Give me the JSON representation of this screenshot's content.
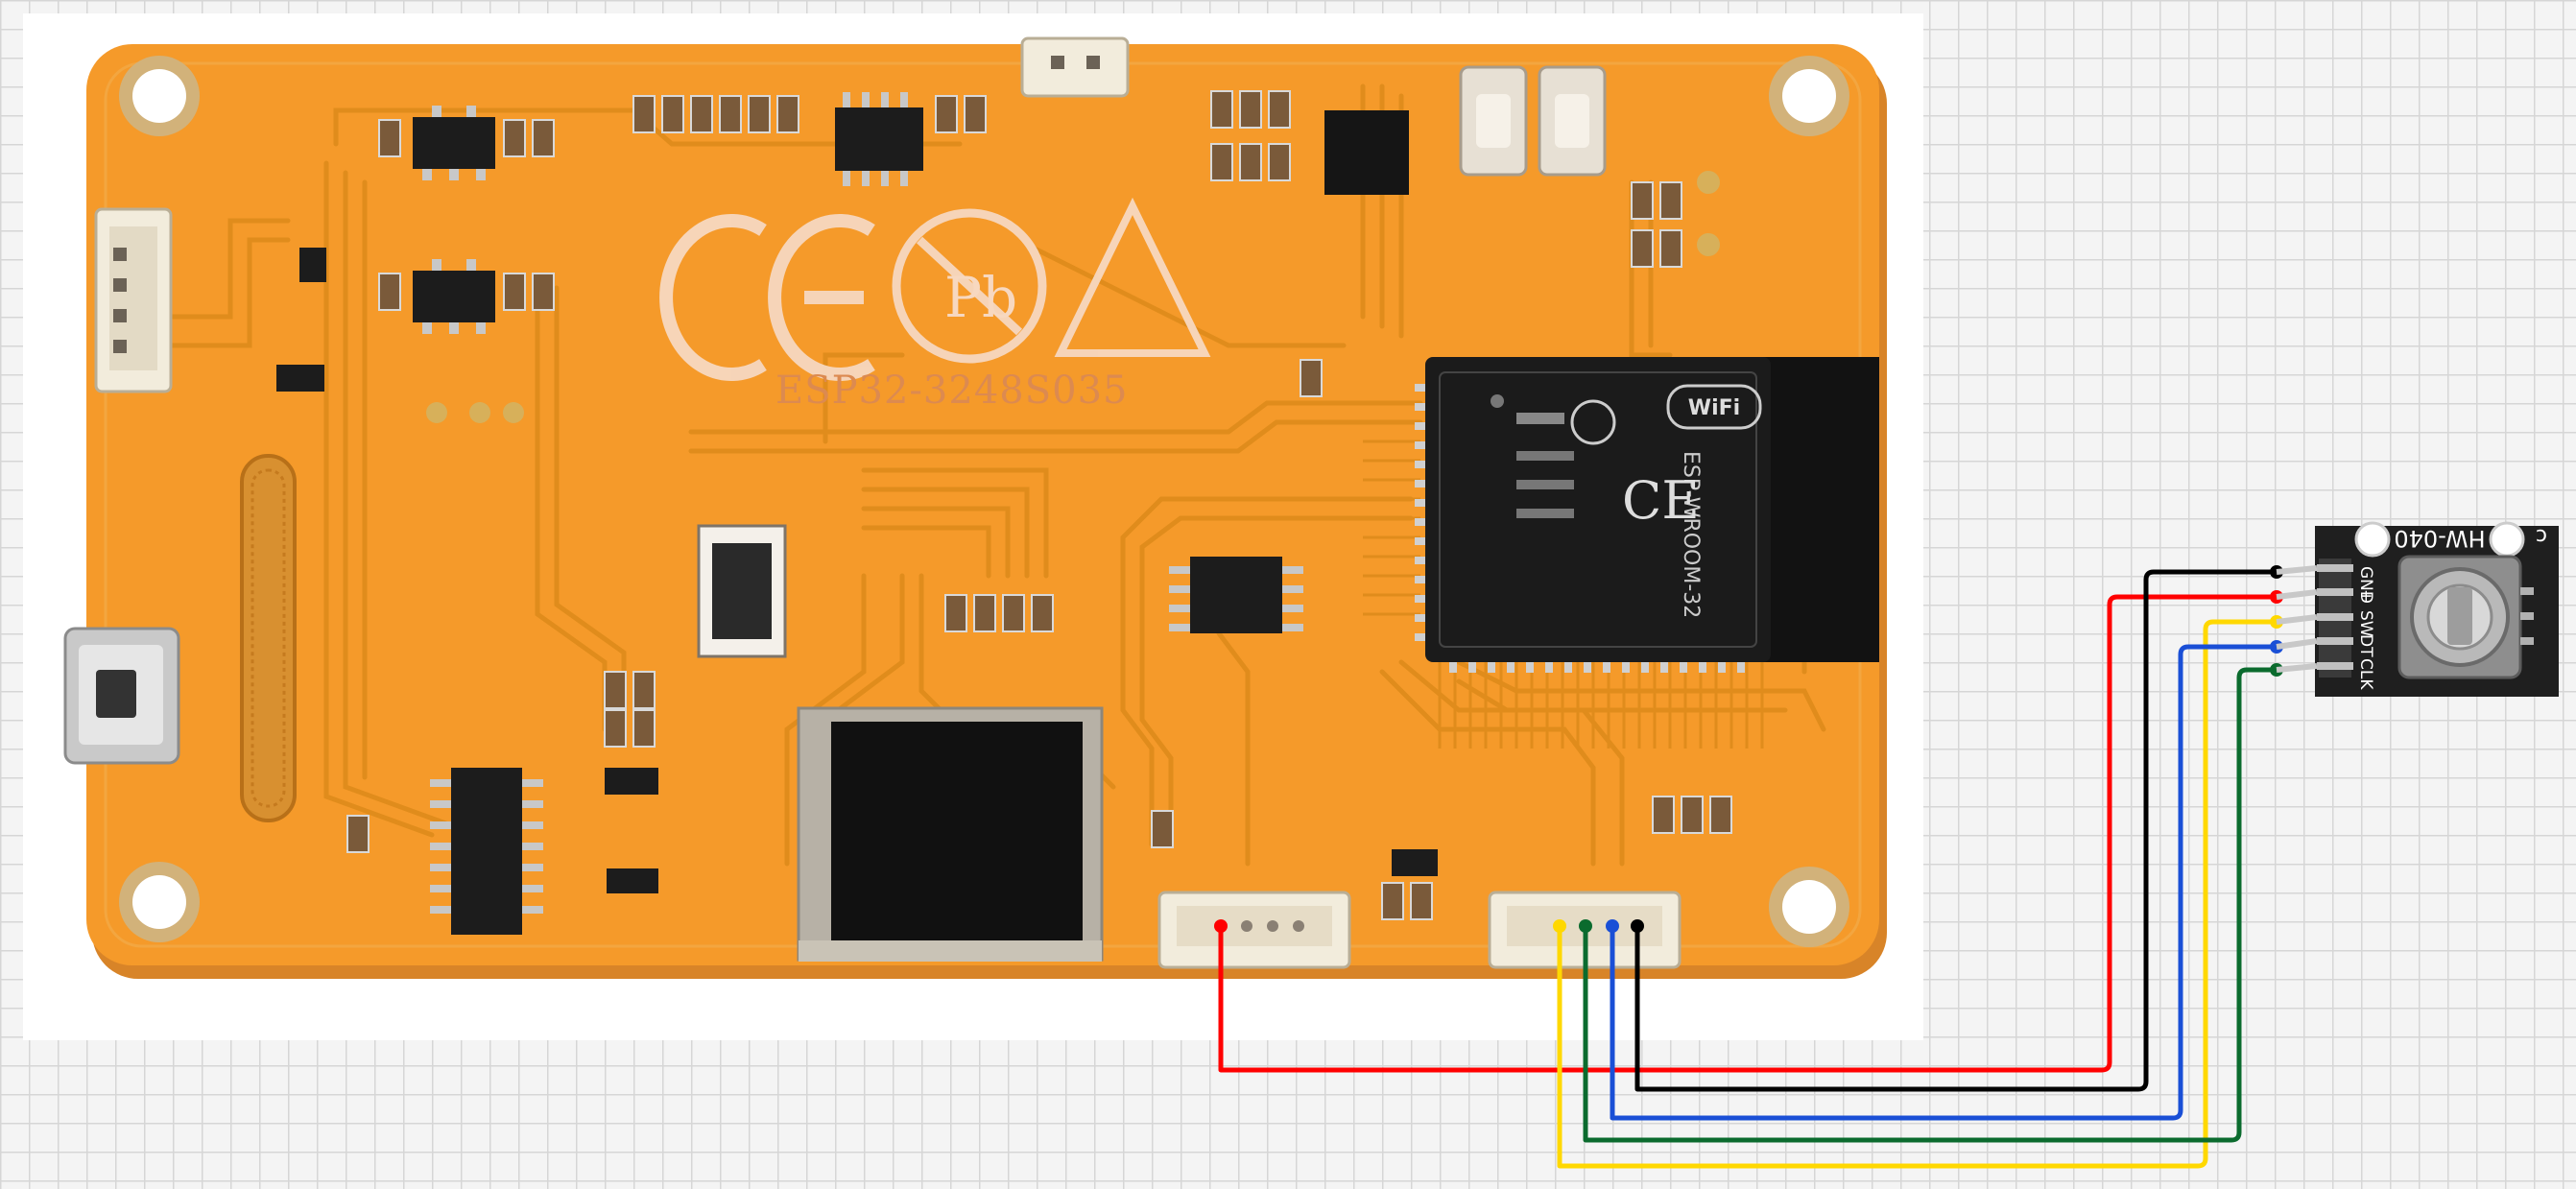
{
  "board": {
    "name": "ESP32-3248S035",
    "compliance_marks": [
      "CE",
      "Pb"
    ]
  },
  "esp_module": {
    "brand": "WiFi",
    "model": "ESP-WROOM-32",
    "mark": "CE"
  },
  "encoder_module": {
    "label": "HW-040",
    "pins": [
      "GND",
      "+",
      "SW",
      "DT",
      "CLK"
    ]
  },
  "wires": [
    {
      "from": "board-connector-1-pin-1",
      "to": "GND",
      "color": "#000000"
    },
    {
      "from": "board-connector-1-pin-2",
      "to": "+",
      "color": "#ff0000"
    },
    {
      "from": "board-connector-2-pin-1",
      "to": "SW",
      "color": "#ffd800"
    },
    {
      "from": "board-connector-2-pin-3",
      "to": "DT",
      "color": "#1a4fd6"
    },
    {
      "from": "board-connector-2-pin-2",
      "to": "CLK",
      "color": "#0b6b2e"
    }
  ],
  "colors": {
    "pcb": "#f59a2a",
    "trace": "#e89a22",
    "pcb_edge": "#e8862a",
    "chip": "#1c1c1c",
    "connector": "#f2ecdc",
    "encoder_board": "#1f1f1f"
  }
}
